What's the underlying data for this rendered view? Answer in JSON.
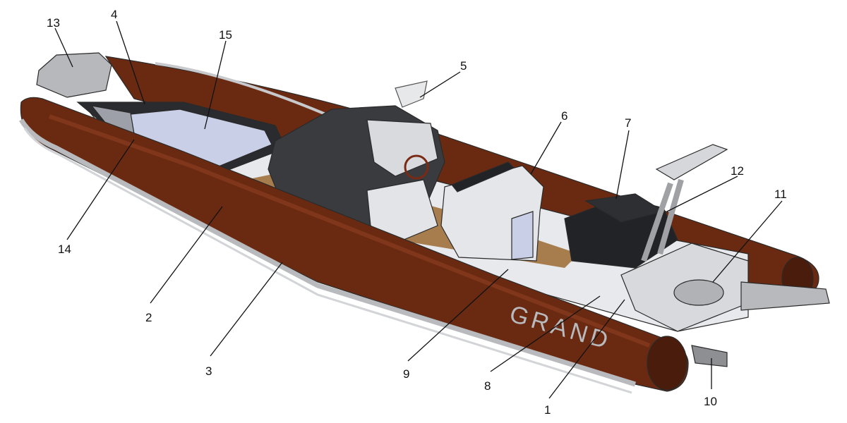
{
  "colors": {
    "tube": "#6a2a12",
    "tube_dark": "#4a1c0b",
    "tube_light": "#8a3c1e",
    "deck_white": "#e8e9ec",
    "console_dark": "#3a3b3f",
    "seat_black": "#222327",
    "cushion_blue": "#c9cfe6",
    "teak": "#9b6a33",
    "metal": "#c8c9cc",
    "rub_rail": "#b9babd"
  },
  "hull_branding": "GRAND",
  "callouts": [
    {
      "id": "1",
      "label": "1"
    },
    {
      "id": "2",
      "label": "2"
    },
    {
      "id": "3",
      "label": "3"
    },
    {
      "id": "4",
      "label": "4"
    },
    {
      "id": "5",
      "label": "5"
    },
    {
      "id": "6",
      "label": "6"
    },
    {
      "id": "7",
      "label": "7"
    },
    {
      "id": "8",
      "label": "8"
    },
    {
      "id": "9",
      "label": "9"
    },
    {
      "id": "10",
      "label": "10"
    },
    {
      "id": "11",
      "label": "11"
    },
    {
      "id": "12",
      "label": "12"
    },
    {
      "id": "13",
      "label": "13"
    },
    {
      "id": "14",
      "label": "14"
    },
    {
      "id": "15",
      "label": "15"
    }
  ]
}
